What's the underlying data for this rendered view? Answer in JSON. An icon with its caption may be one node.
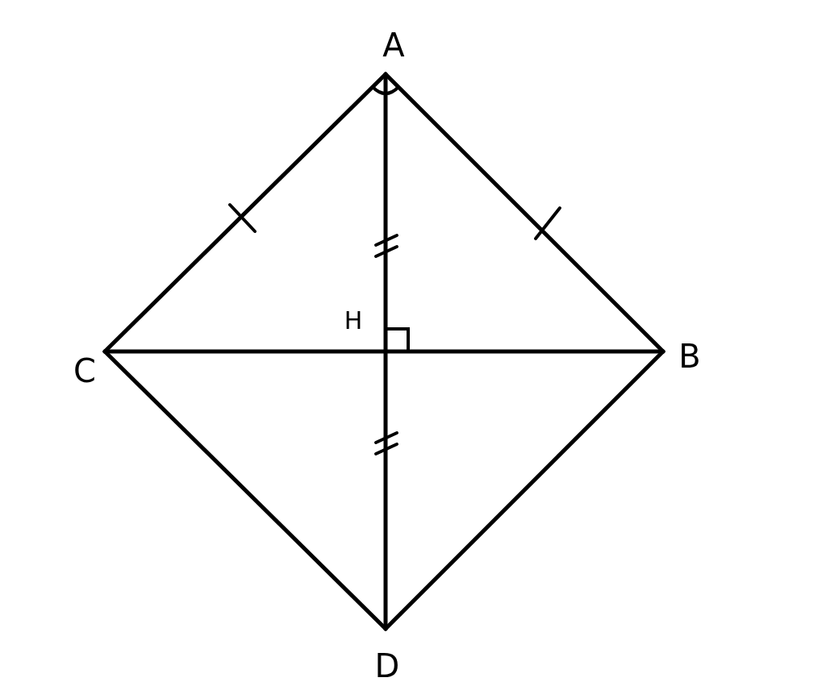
{
  "diagram": {
    "nodes": [
      {
        "text": [
          "A"
        ]
      },
      {
        "text": [
          "B"
        ]
      },
      {
        "text": [
          "C"
        ]
      },
      {
        "text": [
          "D"
        ]
      },
      {
        "text": [
          "H"
        ]
      }
    ],
    "edges": [
      {
        "from": 0,
        "to": 2,
        "arrow": "none"
      },
      {
        "from": 0,
        "to": 1,
        "arrow": "none"
      },
      {
        "from": 2,
        "to": 4,
        "arrow": "none"
      },
      {
        "from": 4,
        "to": 1,
        "arrow": "none"
      },
      {
        "from": 2,
        "to": 3,
        "arrow": "none"
      },
      {
        "from": 3,
        "to": 1,
        "arrow": "none"
      },
      {
        "from": 0,
        "to": 4,
        "arrow": "none"
      },
      {
        "from": 4,
        "to": 3,
        "arrow": "none"
      }
    ]
  }
}
